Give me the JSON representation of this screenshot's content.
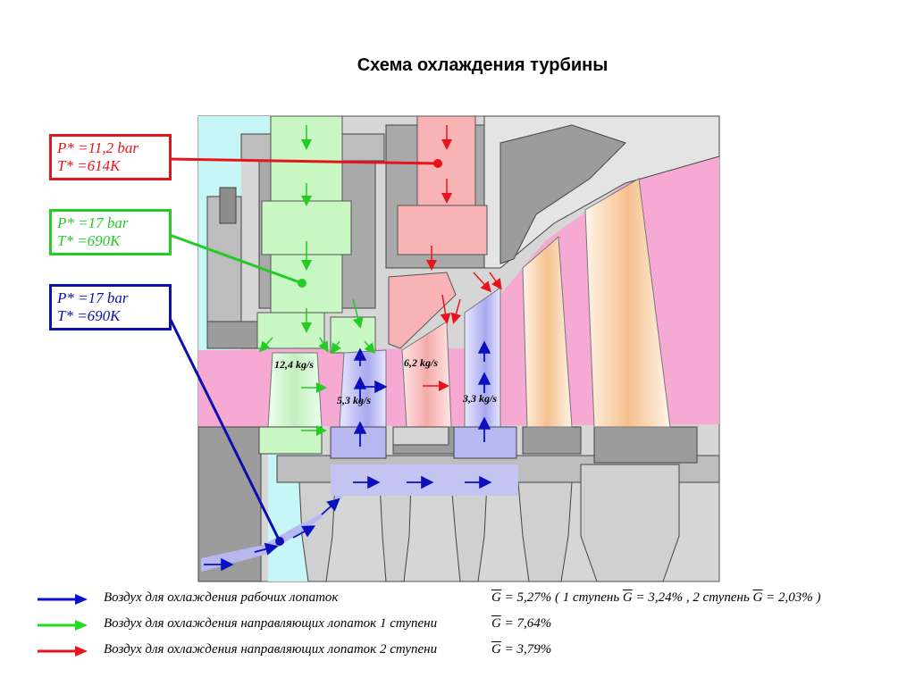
{
  "title": "Схема охлаждения турбины",
  "parameter_boxes": [
    {
      "line1": "P* =11,2 bar",
      "line2": "T* =614K",
      "color": "#e8141b"
    },
    {
      "line1": "P* =17 bar",
      "line2": "T* =690K",
      "color": "#22cc22"
    },
    {
      "line1": "P* =17 bar",
      "line2": "T* =690K",
      "color": "#0a10b0"
    }
  ],
  "flow_labels": {
    "stage1_vane": "12,4 kg/s",
    "stage1_blade": "5,3 kg/s",
    "stage2_vane": "6,2 kg/s",
    "stage2_blade": "3,3 kg/s"
  },
  "legend": [
    {
      "text": "Воздух для охлаждения рабочих лопаток",
      "g_text": "= 5,27%  ( 1 ступень",
      "g2_text": "= 3,24%  ,  2 ступень",
      "g3_text": "= 2,03% )",
      "symbol": "G",
      "color": "#0a10d0"
    },
    {
      "text": "Воздух для охлаждения направляющих лопаток 1 ступени",
      "g_text": "= 7,64%",
      "symbol": "G",
      "color": "#22dd22"
    },
    {
      "text": "Воздух для охлаждения направляющих лопаток 2 ступени",
      "g_text": "= 3,79%",
      "symbol": "G",
      "color": "#e8141b"
    }
  ],
  "colors": {
    "hot_gas": "#f6a9d2",
    "casing": "#a9a9a9",
    "light_metal": "#d4d4d4",
    "cyan_air": "#c7f6f6",
    "green_air": "#c9f7c4",
    "red_air": "#f8b4b4",
    "blue_air": "#b8b8f0",
    "blade_orange": "#f6c08e"
  }
}
